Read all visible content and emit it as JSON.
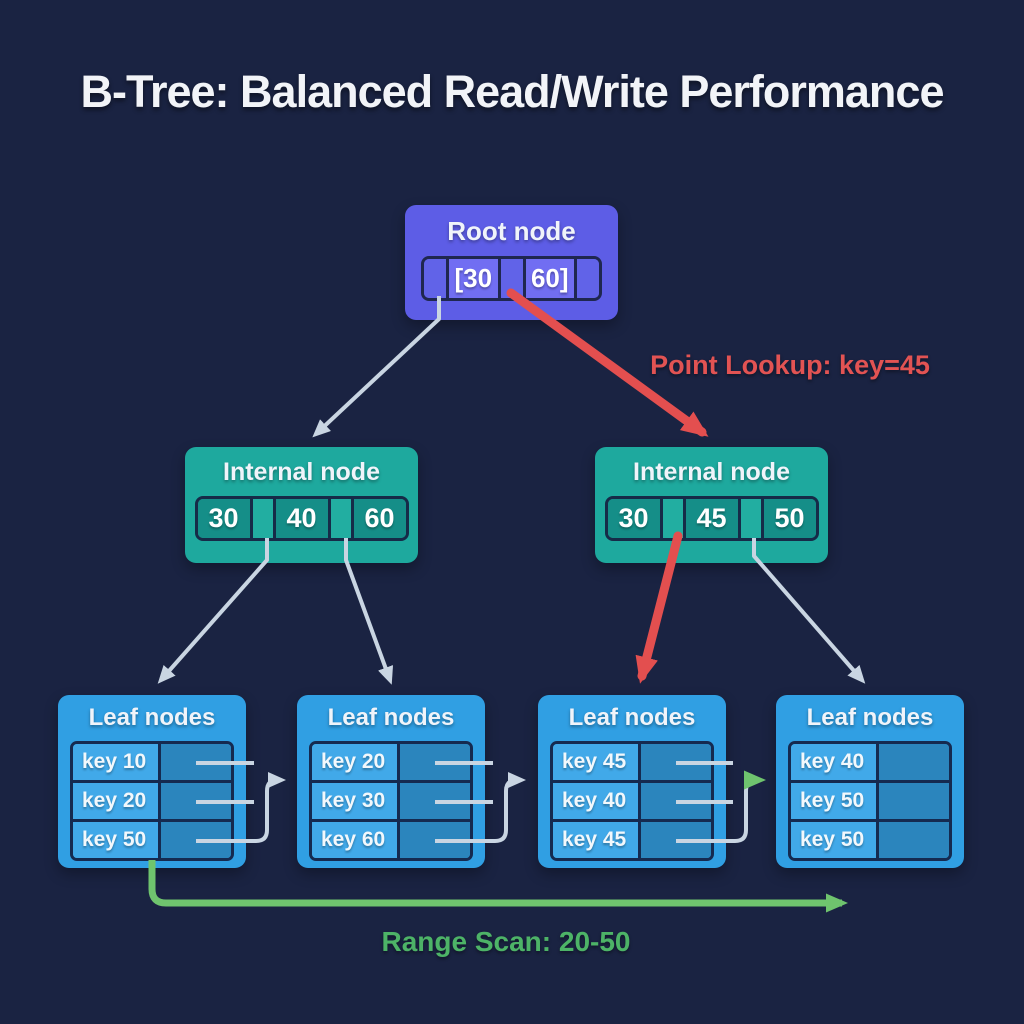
{
  "title": "B-Tree: Balanced Read/Write Performance",
  "colors": {
    "background": "#1a2342",
    "root_node": "#5d5de6",
    "internal_node": "#1ea99e",
    "leaf_node": "#309fe3",
    "arrow_gray": "#c9d5e2",
    "lookup_red": "#e34f4f",
    "scan_green_arrow": "#6fc46e",
    "scan_green_text": "#4db367",
    "text_white": "#f2f4f8"
  },
  "root": {
    "label": "Root node",
    "keys": [
      "[30",
      "60]"
    ]
  },
  "internal_nodes": [
    {
      "label": "Internal node",
      "keys": [
        "30",
        "40",
        "60"
      ]
    },
    {
      "label": "Internal node",
      "keys": [
        "30",
        "45",
        "50"
      ]
    }
  ],
  "leaf_nodes": [
    {
      "label": "Leaf nodes",
      "keys": [
        "key 10",
        "key 20",
        "key 50"
      ]
    },
    {
      "label": "Leaf nodes",
      "keys": [
        "key 20",
        "key 30",
        "key 60"
      ]
    },
    {
      "label": "Leaf nodes",
      "keys": [
        "key 45",
        "key 40",
        "key 45"
      ]
    },
    {
      "label": "Leaf nodes",
      "keys": [
        "key 40",
        "key 50",
        "key 50"
      ]
    }
  ],
  "annotations": {
    "point_lookup": "Point Lookup: key=45",
    "range_scan": "Range Scan: 20-50"
  }
}
